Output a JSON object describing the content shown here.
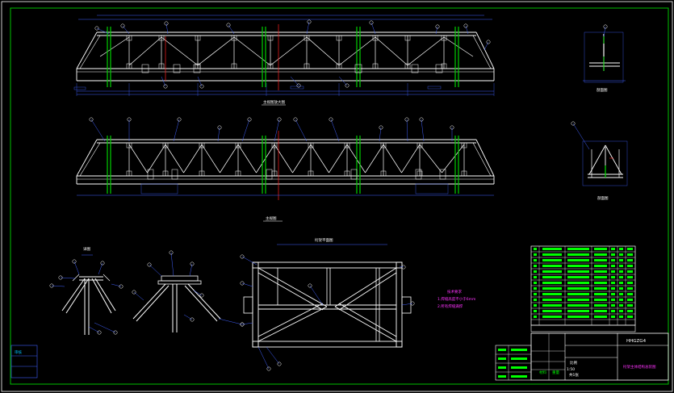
{
  "colors": {
    "background": "#000000",
    "frame": "#ffffff",
    "geometry": "#ffffff",
    "dimension": "#4060ff",
    "leader": "#4060ff",
    "balloon": "#ffffff",
    "centerline_red": "#ff2020",
    "member_green": "#00d000",
    "border_green": "#00c000",
    "table_green": "#00ff00",
    "title_magenta": "#ff33ff",
    "note_magenta": "#ff33ff",
    "corner_cyan": "#00c0ff"
  },
  "drawing": {
    "views": {
      "front_view_caption": "主视图放大图",
      "top_view_caption": "主视图",
      "right_top_caption": "剖面图",
      "right_bottom_caption": "剖面图",
      "center_plan_title": "桁架平面图",
      "detail_left_title": "详图"
    },
    "notes": {
      "title": "技术要求",
      "lines": [
        "1.焊缝高度不小于6mm",
        "2.所有焊缝满焊"
      ]
    },
    "title_block": {
      "drawing_no": "HHGZG4",
      "scale_label": "比例",
      "scale_value": "1:50",
      "sheet": "共1张",
      "drawing_title": "桁架主体结构总装图",
      "material_label": "材料",
      "weight_label": "重量"
    },
    "corner_stamp": "审核"
  }
}
